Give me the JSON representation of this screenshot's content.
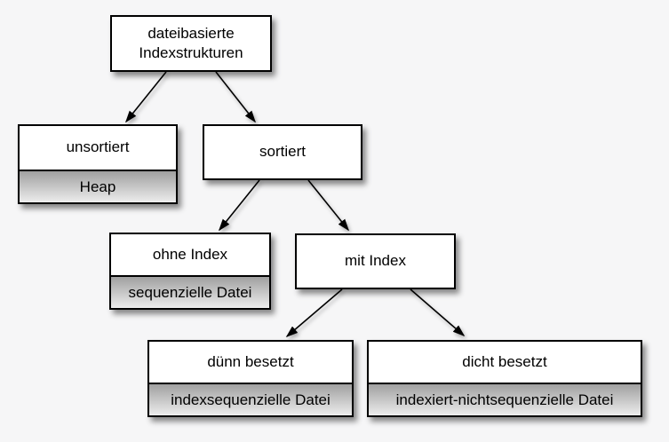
{
  "diagram": {
    "colors": {
      "bg": "#f6f6f7",
      "box-fill": "#ffffff",
      "box-border": "#000000",
      "band-top": "#a0a0a0",
      "band-bottom": "#ededed",
      "text": "#000000",
      "arrow": "#000000"
    },
    "nodes": {
      "root": {
        "label": "dateibasierte Indexstrukturen"
      },
      "unsortiert": {
        "label": "unsortiert",
        "sublabel": "Heap"
      },
      "sortiert": {
        "label": "sortiert"
      },
      "ohne_index": {
        "label": "ohne Index",
        "sublabel": "sequenzielle Datei"
      },
      "mit_index": {
        "label": "mit Index"
      },
      "duenn_besetzt": {
        "label": "dünn besetzt",
        "sublabel": "indexsequenzielle Datei"
      },
      "dicht_besetzt": {
        "label": "dicht besetzt",
        "sublabel": "indexiert-nichtsequenzielle Datei"
      }
    },
    "edges": [
      {
        "from": "root",
        "to": "unsortiert"
      },
      {
        "from": "root",
        "to": "sortiert"
      },
      {
        "from": "sortiert",
        "to": "ohne_index"
      },
      {
        "from": "sortiert",
        "to": "mit_index"
      },
      {
        "from": "mit_index",
        "to": "duenn_besetzt"
      },
      {
        "from": "mit_index",
        "to": "dicht_besetzt"
      }
    ]
  }
}
